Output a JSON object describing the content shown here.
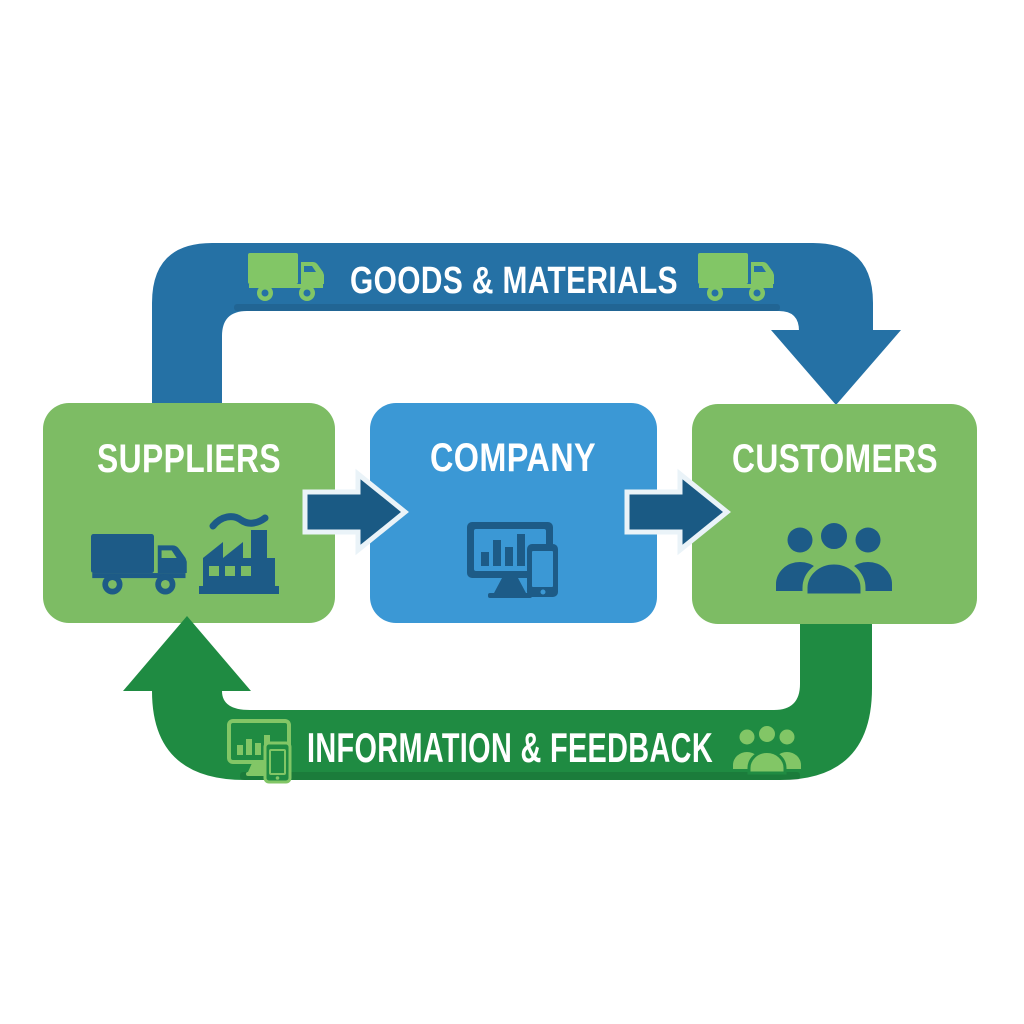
{
  "title": "Supply chain flow diagram",
  "colors": {
    "background": "#ffffff",
    "goods_band": "#2571a5",
    "feedback_band": "#1f8b42",
    "node_green": "#7dbc64",
    "company_box": "#3b98d5",
    "icon_navy": "#1d5b87",
    "icon_light_green": "#82c666",
    "arrow_navy": "#1a5a84",
    "arrow_outline": "#eaf3f8",
    "label_white": "#ffffff"
  },
  "top_flow": {
    "label": "GOODS & MATERIALS",
    "direction": "suppliers-to-customers",
    "icons": [
      "truck-icon",
      "truck-icon"
    ]
  },
  "bottom_flow": {
    "label": "INFORMATION & FEEDBACK",
    "direction": "customers-to-suppliers",
    "icons": [
      "devices-icon",
      "people-icon"
    ]
  },
  "nodes": [
    {
      "label": "SUPPLIERS",
      "icons": [
        "truck-icon",
        "factory-icon"
      ]
    },
    {
      "label": "COMPANY",
      "icons": [
        "devices-icon"
      ]
    },
    {
      "label": "CUSTOMERS",
      "icons": [
        "people-icon"
      ]
    }
  ]
}
